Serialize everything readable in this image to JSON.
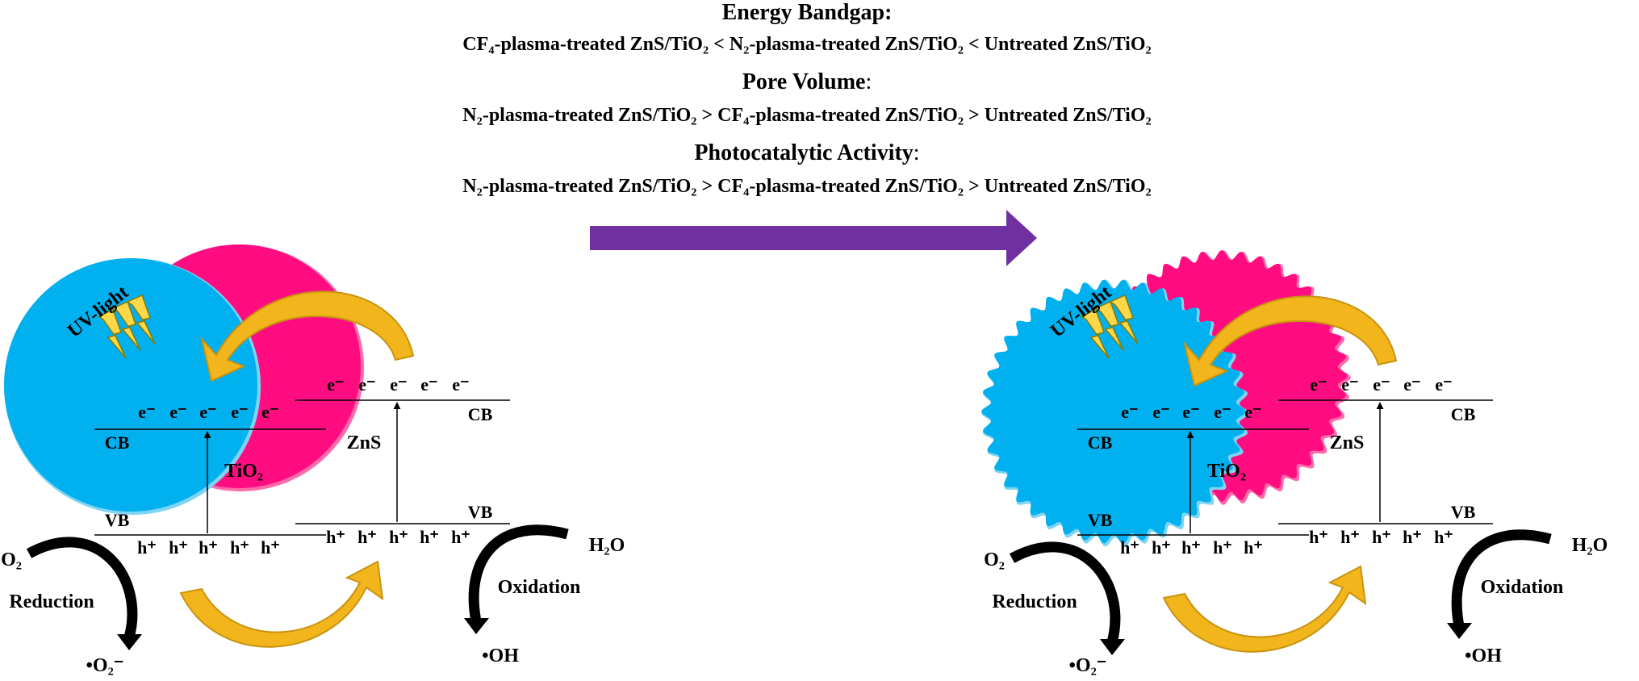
{
  "header": {
    "bandgap_title": "Energy Bandgap",
    "bandgap_line": "CF₄-plasma-treated ZnS/TiO₂ < N₂-plasma-treated ZnS/TiO₂ < Untreated ZnS/TiO₂",
    "pore_title": "Pore Volume",
    "pore_line": "N₂-plasma-treated ZnS/TiO₂ > CF₄-plasma-treated ZnS/TiO₂ > Untreated ZnS/TiO₂",
    "activity_title": "Photocatalytic Activity",
    "activity_line": "N₂-plasma-treated ZnS/TiO₂ > CF₄-plasma-treated ZnS/TiO₂ > Untreated ZnS/TiO₂"
  },
  "labels": {
    "uv": "UV-light",
    "tio2": "TiO₂",
    "zns": "ZnS",
    "cb": "CB",
    "vb": "VB",
    "electron": "e⁻",
    "hole": "h⁺",
    "o2": "O₂",
    "reduction": "Reduction",
    "superoxide": "•O₂⁻",
    "h2o": "H₂O",
    "oxidation": "Oxidation",
    "hydroxyl": "•OH"
  },
  "colors": {
    "tio2": "#00b0ef",
    "tio2_rim": "#7fd4f3",
    "zns": "#ff0d80",
    "zns_rim": "#ff6aaa",
    "arrow_top": "#7030a0",
    "transfer_arrow": "#f2b51c",
    "transfer_arrow_dark": "#c8930e",
    "lightning": "#ffd84a",
    "lightning_stroke": "#8a7a00"
  }
}
